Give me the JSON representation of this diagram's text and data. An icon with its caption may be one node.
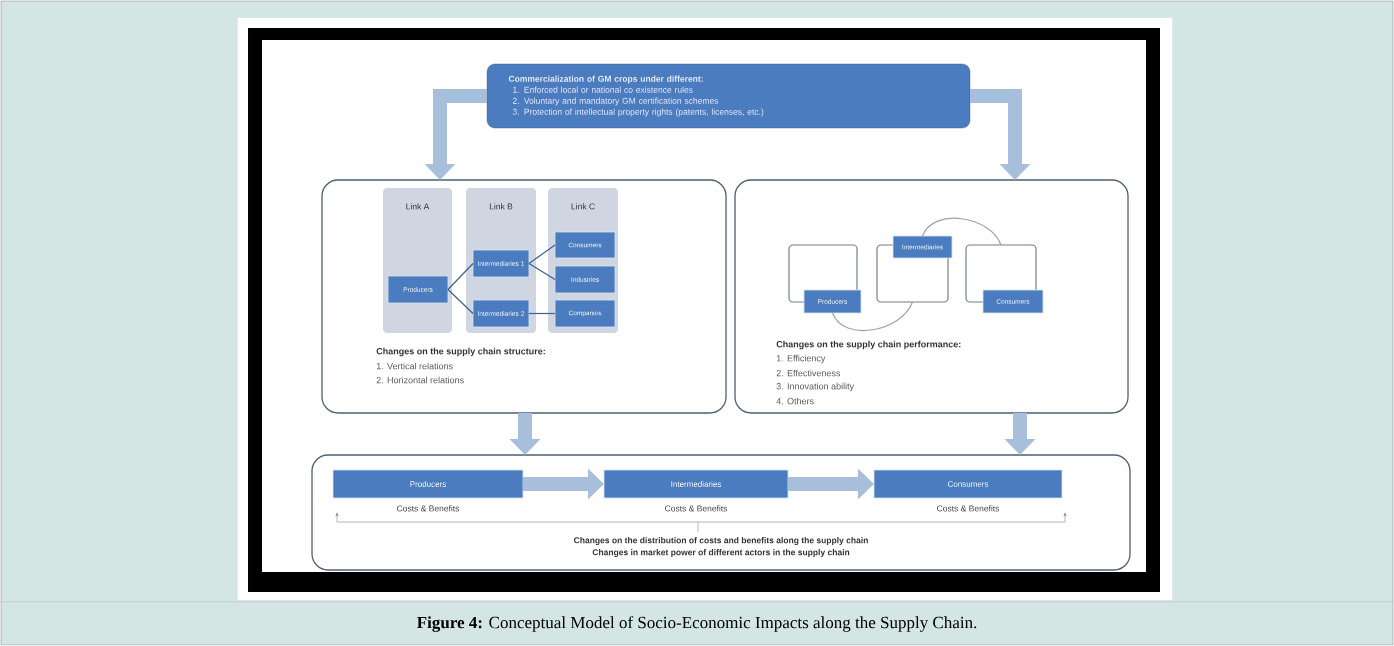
{
  "diagram": {
    "caption": "**Figure 4:** Conceptual Model of Socio-Economic Impacts along the Supply Chain.",
    "nodes": [
      {
        "text": [
          "Commercialization of GM crops under different:",
          "1. Enforced local or national co existence rules",
          "2. Voluntary and mandatory GM certification schemes",
          "3. Protection of intellectual property rights (patents, licenses, etc.)"
        ]
      },
      {
        "text": [
          "Changes on the supply chain structure:",
          "1. Vertical relations",
          "2. Horizontal relations"
        ]
      },
      {
        "text": [
          "Link A"
        ],
        "in": 1
      },
      {
        "text": [
          "Link B"
        ],
        "in": 1
      },
      {
        "text": [
          "Link C"
        ],
        "in": 1
      },
      {
        "text": [
          "Producers"
        ],
        "in": 2
      },
      {
        "text": [
          "Intermediaries 1"
        ],
        "in": 3
      },
      {
        "text": [
          "Intermediaries 2"
        ],
        "in": 3
      },
      {
        "text": [
          "Consumers"
        ],
        "in": 4
      },
      {
        "text": [
          "Industries"
        ],
        "in": 4
      },
      {
        "text": [
          "Companies"
        ],
        "in": 4
      },
      {
        "text": [
          "Changes on the supply chain performance:",
          "1. Efficiency",
          "2. Effectiveness",
          "3. Innovation ability",
          "4. Others"
        ]
      },
      {
        "text": [],
        "shape": "box",
        "in": 11
      },
      {
        "text": [],
        "shape": "box",
        "in": 11
      },
      {
        "text": [],
        "shape": "box",
        "in": 11
      },
      {
        "text": [
          "Producers"
        ],
        "in": 11
      },
      {
        "text": [
          "Intermediaries"
        ],
        "in": 11
      },
      {
        "text": [
          "Consumers"
        ],
        "in": 11
      },
      {
        "text": [
          "Changes on the distribution of costs and benefits along the supply chain",
          "Changes in market power of different actors in the supply chain"
        ]
      },
      {
        "text": [
          "Producers"
        ],
        "in": 18,
        "beside": [
          "Costs & Benefits"
        ]
      },
      {
        "text": [
          "Intermediaries"
        ],
        "in": 18,
        "beside": [
          "Costs & Benefits"
        ]
      },
      {
        "text": [
          "Consumers"
        ],
        "in": 18,
        "beside": [
          "Costs & Benefits"
        ]
      }
    ],
    "edges": [
      {
        "from": 0,
        "to": 1,
        "arrow": "to",
        "style": "thick"
      },
      {
        "from": 0,
        "to": 11,
        "arrow": "to",
        "style": "thick"
      },
      {
        "from": 5,
        "to": 6,
        "arrow": "none",
        "color": "#3d5f8a"
      },
      {
        "from": 5,
        "to": 7,
        "arrow": "none",
        "color": "#3d5f8a"
      },
      {
        "from": 6,
        "to": 8,
        "arrow": "none",
        "color": "#3d5f8a"
      },
      {
        "from": 6,
        "to": 9,
        "arrow": "none",
        "color": "#3d5f8a"
      },
      {
        "from": 7,
        "to": 10,
        "arrow": "none",
        "color": "#3d5f8a"
      },
      {
        "from": 15,
        "to": 13,
        "arrow": "none",
        "color": "#9aa3b0"
      },
      {
        "from": 16,
        "to": 14,
        "arrow": "none",
        "color": "#9aa3b0"
      },
      {
        "from": 1,
        "to": 18,
        "arrow": "to",
        "style": "thick"
      },
      {
        "from": 11,
        "to": 18,
        "arrow": "to",
        "style": "thick"
      },
      {
        "from": 19,
        "to": 20,
        "arrow": "to",
        "style": "thick"
      },
      {
        "from": 20,
        "to": 21,
        "arrow": "to",
        "style": "thick"
      }
    ]
  }
}
